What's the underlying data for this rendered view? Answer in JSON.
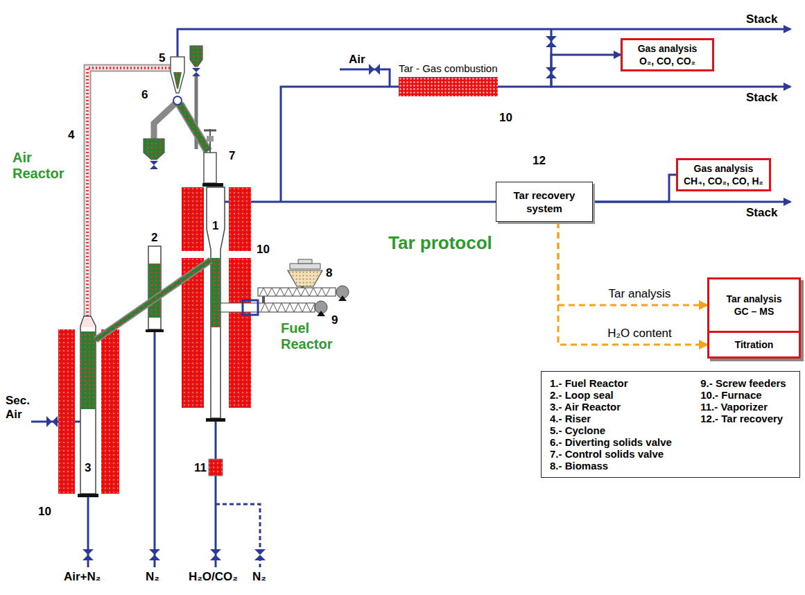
{
  "diagram": {
    "nodes": [
      {
        "text": [
          "Gas analysis",
          "O₂, CO, CO₂"
        ]
      },
      {
        "text": [
          "Tar - Gas combustion"
        ]
      },
      {
        "text": [
          "Tar recovery system"
        ]
      },
      {
        "text": [
          "Gas analysis",
          "CH₄, CO₂, CO, H₂"
        ]
      },
      {
        "text": [
          "Tar analysis",
          "GC – MS"
        ]
      },
      {
        "text": [
          "Titration"
        ]
      },
      {
        "text": [
          "1.- Fuel Reactor",
          "2.- Loop seal",
          "3.- Air Reactor",
          "4.- Riser",
          "5.- Cyclone",
          "6.- Diverting solids valve",
          "7.- Control solids valve",
          "8.- Biomass",
          "9.- Screw feeders",
          "10.- Furnace",
          "11.- Vaporizer",
          "12.- Tar recovery"
        ]
      }
    ],
    "edges": [
      {
        "from": 1,
        "to": 0,
        "arrow": "to"
      },
      {
        "from": 2,
        "to": 3,
        "arrow": "none"
      },
      {
        "from": 2,
        "to": 4,
        "label": "Tar analysis",
        "arrow": "to"
      },
      {
        "from": 2,
        "to": 5,
        "label": "H₂O content",
        "arrow": "to"
      }
    ],
    "labels": [
      "Stack",
      "Stack",
      "Stack",
      "Air",
      "Tar protocol",
      "Air Reactor",
      "Fuel Reactor",
      "Sec. Air",
      "Air+N₂",
      "N₂",
      "H₂O/CO₂",
      "N₂",
      "1",
      "2",
      "3",
      "4",
      "5",
      "6",
      "7",
      "8",
      "9",
      "10",
      "10",
      "10",
      "11",
      "12"
    ]
  }
}
